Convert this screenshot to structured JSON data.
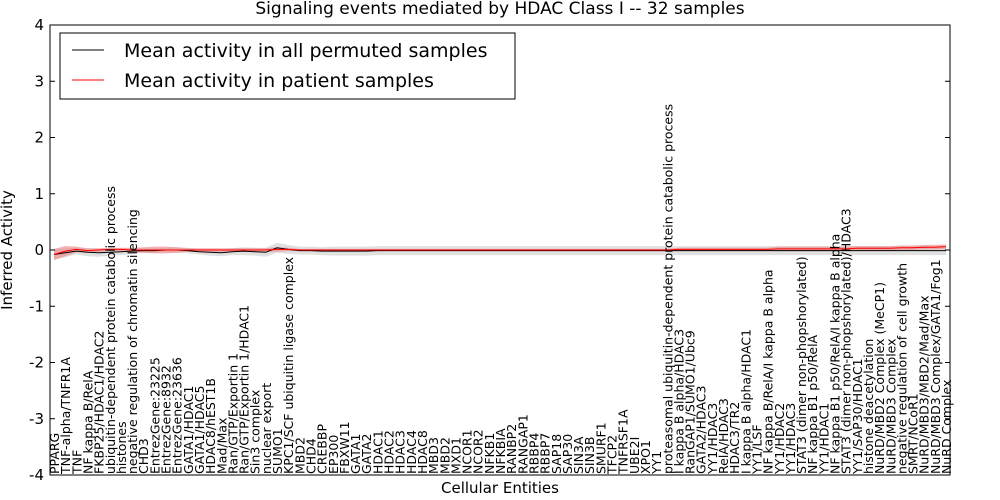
{
  "chart_data": {
    "type": "line",
    "title": "Signaling events mediated by HDAC Class I -- 32 samples",
    "xlabel": "Cellular Entities",
    "ylabel": "Inferred Activity",
    "ylim": [
      -4,
      4
    ],
    "yticks": [
      -4,
      -3,
      -2,
      -1,
      0,
      1,
      2,
      3,
      4
    ],
    "grid": false,
    "legend_position": "top-left",
    "categories": [
      "PPARG",
      "TNF-alpha/TNFR1A",
      "TNF",
      "NF kappa B/RelA",
      "FKBP25/HDAC1/HDAC2",
      "ubiquitin-dependent protein catabolic process",
      "histones",
      "negative regulation of chromatin silencing",
      "CHD3",
      "EntrezGene:23225",
      "EntrezGene:8932",
      "EntrezGene:23636",
      "GATA1/HDAC1",
      "GATA1/HDAC5",
      "HDAC8/hEST1B",
      "Mad/Max",
      "Ran/GTP/Exportin 1",
      "Ran/GTP/Exportin 1/HDAC1",
      "Sin3 complex",
      "nuclear export",
      "SUMO1",
      "KPC1/SCF ubiquitin ligase complex",
      "MBD2",
      "CHD4",
      "CREBBP",
      "EP300",
      "FBXW11",
      "GATA1",
      "GATA2",
      "HDAC1",
      "HDAC2",
      "HDAC3",
      "HDAC4",
      "HDAC8",
      "MBD3",
      "MBD2",
      "MXD1",
      "NCOR1",
      "NCOR2",
      "NFKB1",
      "NFKBIA",
      "RANBP2",
      "RANGAP1",
      "RBBP4",
      "RBBP7",
      "SAP18",
      "SAP30",
      "SIN3A",
      "SIN3B",
      "SMURF1",
      "TFCP2",
      "TNFRSF1A",
      "UBE2I",
      "XPO1",
      "YY1",
      "proteasomal ubiquitin-dependent protein catabolic process",
      "I kappa B alpha/HDAC3",
      "RanGAP1/SUMO1/Ubc9",
      "GATA2/HDAC3",
      "YY1/HDAC3",
      "RelA/HDAC3",
      "HDAC3/TR2",
      "I kappa B alpha/HDAC1",
      "YY1/LSF",
      "NF kappa B/RelA/I kappa B alpha",
      "YY1/HDAC2",
      "YY1/HDAC3",
      "STAT3 (dimer non-phopshorylated)",
      "NF kappa B1 p50/RelA",
      "YY1/HDAC1",
      "NF kappa B1 p50/RelA/I kappa B alpha",
      "STAT3 (dimer non-phopshorylated)/HDAC3",
      "YY1/SAP30/HDAC1",
      "histone deacetylation",
      "NuRD/MBD2 Complex (MeCP1)",
      "NuRD/MBD3 Complex",
      "negative regulation of cell growth",
      "SMRT/NCoR1",
      "NuRD/MBD3/MBD2/Mad/Max",
      "NuRD/MBD3 Complex/GATA1/Fog1",
      "NuRD Complex"
    ],
    "series": [
      {
        "name": "Mean activity in all permuted samples",
        "color": "#000000",
        "values": [
          -0.08,
          -0.05,
          -0.02,
          -0.04,
          -0.05,
          -0.04,
          -0.03,
          -0.02,
          -0.01,
          -0.01,
          0,
          0,
          -0.01,
          -0.03,
          -0.04,
          -0.05,
          -0.03,
          -0.02,
          -0.03,
          -0.04,
          0.04,
          0.01,
          -0.01,
          -0.01,
          -0.02,
          -0.02,
          -0.02,
          -0.02,
          -0.02,
          -0.01,
          -0.01,
          -0.01,
          -0.01,
          -0.01,
          -0.01,
          -0.01,
          -0.01,
          -0.01,
          -0.01,
          -0.01,
          -0.01,
          -0.01,
          -0.01,
          -0.01,
          -0.01,
          -0.01,
          -0.01,
          -0.01,
          -0.01,
          -0.01,
          -0.01,
          -0.01,
          -0.01,
          -0.01,
          -0.01,
          -0.01,
          -0.01,
          -0.01,
          -0.01,
          -0.01,
          -0.01,
          -0.01,
          -0.01,
          -0.01,
          -0.01,
          -0.01,
          -0.01,
          -0.01,
          -0.01,
          -0.01,
          -0.01,
          -0.01,
          -0.01,
          -0.01,
          -0.01,
          -0.01,
          -0.01,
          -0.01,
          -0.01,
          -0.01,
          -0.01
        ]
      },
      {
        "name": "Mean activity in patient samples",
        "color": "#ff0000",
        "values": [
          -0.08,
          -0.02,
          0.01,
          -0.01,
          0.0,
          0.01,
          0.01,
          0.0,
          0.0,
          0.0,
          0.0,
          0.0,
          0.0,
          0.0,
          0.0,
          0.0,
          0.0,
          0.0,
          0.0,
          0.0,
          0.01,
          0.01,
          0.0,
          0.0,
          0.0,
          0.0,
          0.0,
          0.0,
          0.0,
          0.0,
          0.0,
          0.0,
          0.0,
          0.0,
          0.0,
          0.0,
          0.0,
          0.0,
          0.0,
          0.0,
          0.0,
          0.0,
          0.0,
          0.0,
          0.0,
          0.0,
          0.0,
          0.0,
          0.0,
          0.0,
          0.0,
          0.0,
          0.0,
          0.0,
          0.0,
          0.0,
          0.01,
          0.01,
          0.01,
          0.01,
          0.01,
          0.01,
          0.01,
          0.01,
          0.01,
          0.02,
          0.02,
          0.02,
          0.02,
          0.02,
          0.02,
          0.02,
          0.03,
          0.03,
          0.03,
          0.03,
          0.04,
          0.04,
          0.05,
          0.05,
          0.06
        ]
      }
    ],
    "permuted_band_halfwidth": [
      0.09,
      0.08,
      0.06,
      0.07,
      0.07,
      0.06,
      0.06,
      0.05,
      0.04,
      0.04,
      0.04,
      0.05,
      0.05,
      0.05,
      0.06,
      0.06,
      0.06,
      0.07,
      0.07,
      0.08,
      0.09,
      0.08,
      0.07,
      0.07,
      0.07,
      0.08,
      0.08,
      0.08,
      0.08,
      0.08,
      0.08,
      0.08,
      0.08,
      0.08,
      0.08,
      0.08,
      0.08,
      0.08,
      0.08,
      0.08,
      0.08,
      0.08,
      0.08,
      0.08,
      0.08,
      0.08,
      0.08,
      0.08,
      0.08,
      0.08,
      0.08,
      0.08,
      0.08,
      0.08,
      0.08,
      0.08,
      0.08,
      0.08,
      0.08,
      0.08,
      0.08,
      0.08,
      0.08,
      0.08,
      0.08,
      0.08,
      0.08,
      0.08,
      0.08,
      0.08,
      0.08,
      0.08,
      0.08,
      0.08,
      0.08,
      0.08,
      0.08,
      0.08,
      0.08,
      0.08,
      0.08
    ],
    "patient_band_halfwidth": [
      0.1,
      0.09,
      0.05,
      0.04,
      0.03,
      0.03,
      0.03,
      0.04,
      0.05,
      0.06,
      0.06,
      0.05,
      0.03,
      0.03,
      0.03,
      0.03,
      0.03,
      0.03,
      0.03,
      0.03,
      0.04,
      0.03,
      0.02,
      0.02,
      0.02,
      0.02,
      0.02,
      0.02,
      0.02,
      0.02,
      0.02,
      0.02,
      0.02,
      0.02,
      0.02,
      0.02,
      0.02,
      0.02,
      0.02,
      0.02,
      0.02,
      0.02,
      0.02,
      0.02,
      0.02,
      0.02,
      0.02,
      0.02,
      0.02,
      0.02,
      0.02,
      0.02,
      0.02,
      0.02,
      0.02,
      0.02,
      0.03,
      0.03,
      0.03,
      0.03,
      0.03,
      0.03,
      0.03,
      0.03,
      0.03,
      0.04,
      0.04,
      0.04,
      0.04,
      0.04,
      0.04,
      0.04,
      0.04,
      0.04,
      0.04,
      0.04,
      0.04,
      0.04,
      0.04,
      0.04,
      0.04
    ],
    "band_colors": {
      "permuted": "#cfcfcf",
      "patient": "#ef8080"
    }
  }
}
